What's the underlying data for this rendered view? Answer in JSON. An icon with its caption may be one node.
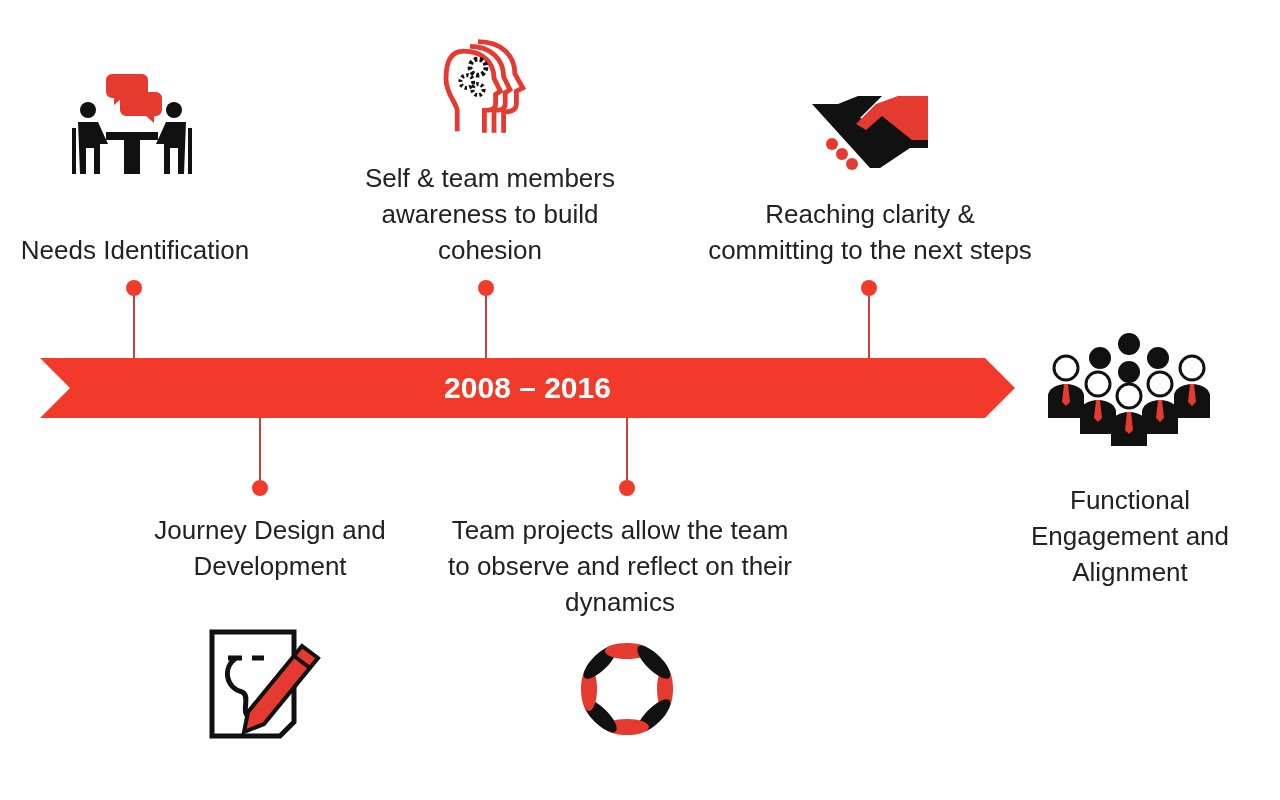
{
  "diagram": {
    "nodes": [
      {
        "text": [
          "2008 – 2016"
        ]
      },
      {
        "text": [
          "Needs Identification"
        ]
      },
      {
        "text": [
          "Journey Design and Development"
        ]
      },
      {
        "text": [
          "Self & team members awareness to build cohesion"
        ]
      },
      {
        "text": [
          "Team projects allow the team to observe and reflect on their dynamics"
        ]
      },
      {
        "text": [
          "Reaching clarity & committing to the next steps"
        ]
      },
      {
        "text": [
          "Functional Engagement and Alignment"
        ]
      }
    ],
    "edges": [
      {
        "from": 0,
        "to": 1,
        "arrow": "other"
      },
      {
        "from": 0,
        "to": 2,
        "arrow": "other"
      },
      {
        "from": 0,
        "to": 3,
        "arrow": "other"
      },
      {
        "from": 0,
        "to": 4,
        "arrow": "other"
      },
      {
        "from": 0,
        "to": 5,
        "arrow": "other"
      }
    ]
  }
}
